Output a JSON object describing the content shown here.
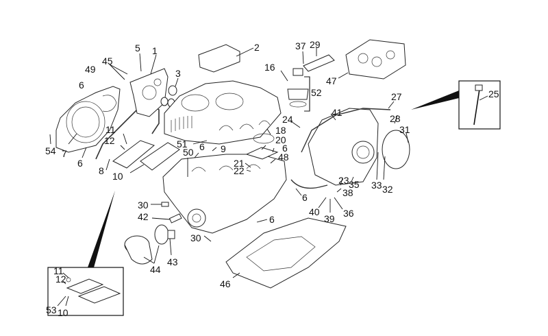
{
  "diagram": {
    "title": "Engine crankcase exploded parts diagram",
    "labels": [
      {
        "id": "1",
        "text": "1"
      },
      {
        "id": "2",
        "text": "2"
      },
      {
        "id": "3",
        "text": "3"
      },
      {
        "id": "5",
        "text": "5"
      },
      {
        "id": "45",
        "text": "45"
      },
      {
        "id": "49",
        "text": "49"
      },
      {
        "id": "6a",
        "text": "6"
      },
      {
        "id": "54",
        "text": "54"
      },
      {
        "id": "7",
        "text": "7"
      },
      {
        "id": "6b",
        "text": "6"
      },
      {
        "id": "8",
        "text": "8"
      },
      {
        "id": "11",
        "text": "11"
      },
      {
        "id": "12",
        "text": "12"
      },
      {
        "id": "10",
        "text": "10"
      },
      {
        "id": "51",
        "text": "51"
      },
      {
        "id": "6c",
        "text": "6"
      },
      {
        "id": "50",
        "text": "50"
      },
      {
        "id": "9",
        "text": "9"
      },
      {
        "id": "18",
        "text": "18"
      },
      {
        "id": "20",
        "text": "20"
      },
      {
        "id": "6d",
        "text": "6"
      },
      {
        "id": "48",
        "text": "48"
      },
      {
        "id": "21",
        "text": "21"
      },
      {
        "id": "22",
        "text": "22"
      },
      {
        "id": "24",
        "text": "24"
      },
      {
        "id": "16",
        "text": "16"
      },
      {
        "id": "37",
        "text": "37"
      },
      {
        "id": "29",
        "text": "29"
      },
      {
        "id": "52",
        "text": "52"
      },
      {
        "id": "47",
        "text": "47"
      },
      {
        "id": "27",
        "text": "27"
      },
      {
        "id": "28",
        "text": "28"
      },
      {
        "id": "31",
        "text": "31"
      },
      {
        "id": "41",
        "text": "41"
      },
      {
        "id": "25",
        "text": "25"
      },
      {
        "id": "23",
        "text": "23"
      },
      {
        "id": "35",
        "text": "35"
      },
      {
        "id": "38",
        "text": "38"
      },
      {
        "id": "6e",
        "text": "6"
      },
      {
        "id": "40",
        "text": "40"
      },
      {
        "id": "39",
        "text": "39"
      },
      {
        "id": "36",
        "text": "36"
      },
      {
        "id": "33",
        "text": "33"
      },
      {
        "id": "32",
        "text": "32"
      },
      {
        "id": "30a",
        "text": "30"
      },
      {
        "id": "42",
        "text": "42"
      },
      {
        "id": "43",
        "text": "43"
      },
      {
        "id": "44",
        "text": "44"
      },
      {
        "id": "30b",
        "text": "30"
      },
      {
        "id": "6f",
        "text": "6"
      },
      {
        "id": "46",
        "text": "46"
      },
      {
        "id": "in11",
        "text": "11"
      },
      {
        "id": "in12",
        "text": "12"
      },
      {
        "id": "in53",
        "text": "53"
      },
      {
        "id": "in10",
        "text": "10"
      }
    ]
  }
}
